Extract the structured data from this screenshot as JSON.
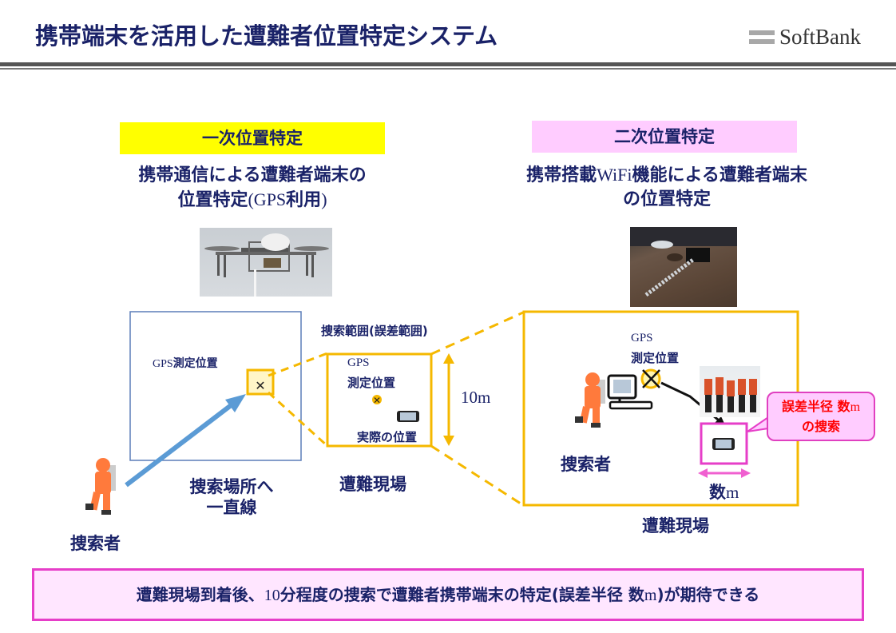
{
  "header": {
    "title": "携帯端末を活用した遭難者位置特定システム",
    "logo_text": "SoftBank"
  },
  "primary": {
    "label": "一次位置特定",
    "subtitle_line1": "携帯通信による遭難者端末の",
    "subtitle_line2_a": "位置特定",
    "subtitle_line2_b": "(GPS",
    "subtitle_line2_c": "利用",
    "subtitle_line2_d": ")",
    "photo": "drone-photo",
    "gps_label_a": "GPS",
    "gps_label_b": "測定位置",
    "arrow_caption_line1": "捜索場所へ",
    "arrow_caption_line2": "一直線",
    "searcher_label": "捜索者",
    "range_label": "捜索範囲(誤差範囲)",
    "zoom_gps_a": "GPS",
    "zoom_gps_b": "測定位置",
    "actual_position": "実際の位置",
    "range_size": "10m",
    "site_label": "遭難現場"
  },
  "secondary": {
    "label": "二次位置特定",
    "subtitle_line1_a": "携帯搭載",
    "subtitle_line1_b": "WiFi",
    "subtitle_line1_c": "機能による遭難者端末",
    "subtitle_line2": "の位置特定",
    "photo": "wifi-antenna-photo",
    "gps_a": "GPS",
    "gps_b": "測定位置",
    "searcher_label": "捜索者",
    "callout_line1_a": "誤差半径 数",
    "callout_line1_b": "m",
    "callout_line2": "の捜索",
    "width_label_a": "数",
    "width_label_b": "m",
    "site_label": "遭難現場"
  },
  "footer": {
    "text_a": "遭難現場到着後、",
    "text_b": "10",
    "text_c": "分程度の捜索で遭難者携帯端末の特定(誤差半径 数",
    "text_d": "m",
    "text_e": ")が期待できる"
  },
  "colors": {
    "navy": "#1a2268",
    "yellow": "#ffff00",
    "pink": "#ffccff",
    "orange": "#f5b800",
    "magenta": "#e63ec8",
    "arrow_blue": "#5b9bd5",
    "red": "#ff0000"
  }
}
